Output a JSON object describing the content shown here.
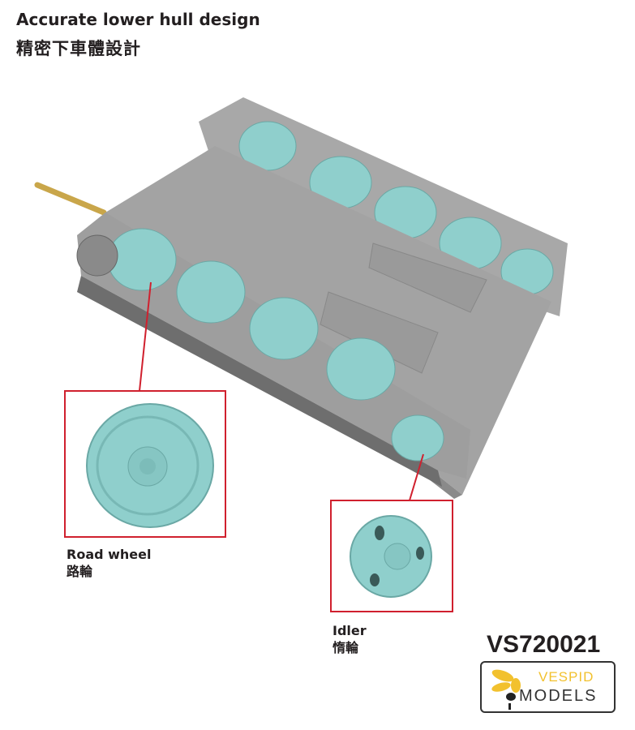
{
  "header": {
    "title": "Accurate lower hull design",
    "title_zh": "精密下車體設計"
  },
  "callouts": [
    {
      "label": "Road wheel",
      "label_zh": "路輪"
    },
    {
      "label": "Idler",
      "label_zh": "惰輪"
    }
  ],
  "product": {
    "code": "VS720021",
    "brand_top": "VESPID",
    "brand_bottom": "MODELS"
  },
  "colors": {
    "hull": "#9c9c9c",
    "wheel": "#8fcfcc",
    "callout": "#d0202e",
    "brand": "#f2c12e"
  }
}
